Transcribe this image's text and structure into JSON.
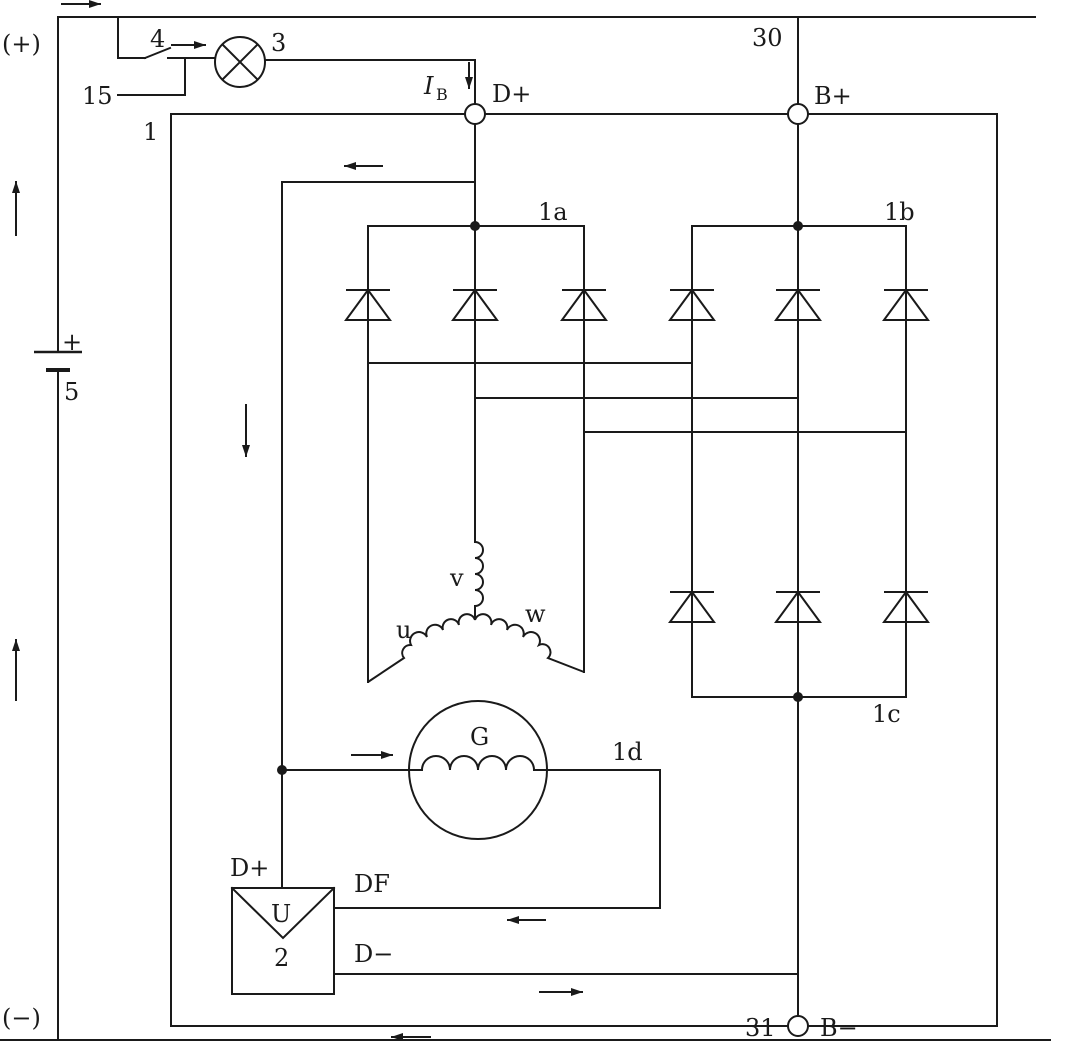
{
  "labels": {
    "pos_rail": "(+)",
    "neg_rail": "(−)",
    "battery_num": "5",
    "battery_plus": "+",
    "alternator_num": "1",
    "regulator_num": "2",
    "lamp_num": "3",
    "switch_num": "4",
    "term_15": "15",
    "term_30": "30",
    "term_31": "31",
    "current_i": "I",
    "current_sub": "B",
    "d_plus_top": "D+",
    "b_plus": "B+",
    "b_minus": "B−",
    "bridge_1a": "1a",
    "bridge_1b": "1b",
    "bridge_1c": "1c",
    "field_1d": "1d",
    "gen_g": "G",
    "phase_u": "u",
    "phase_v": "v",
    "phase_w": "w",
    "reg_d_plus": "D+",
    "reg_df": "DF",
    "reg_d_minus": "D−",
    "reg_u": "U"
  },
  "colors": {
    "ink": "#1a1a1a",
    "background": "#ffffff"
  },
  "icons": {
    "lamp": "indicator-lamp-icon",
    "diode": "diode-icon",
    "battery": "battery-icon",
    "switch": "ignition-switch-icon",
    "coil": "coil-icon"
  }
}
